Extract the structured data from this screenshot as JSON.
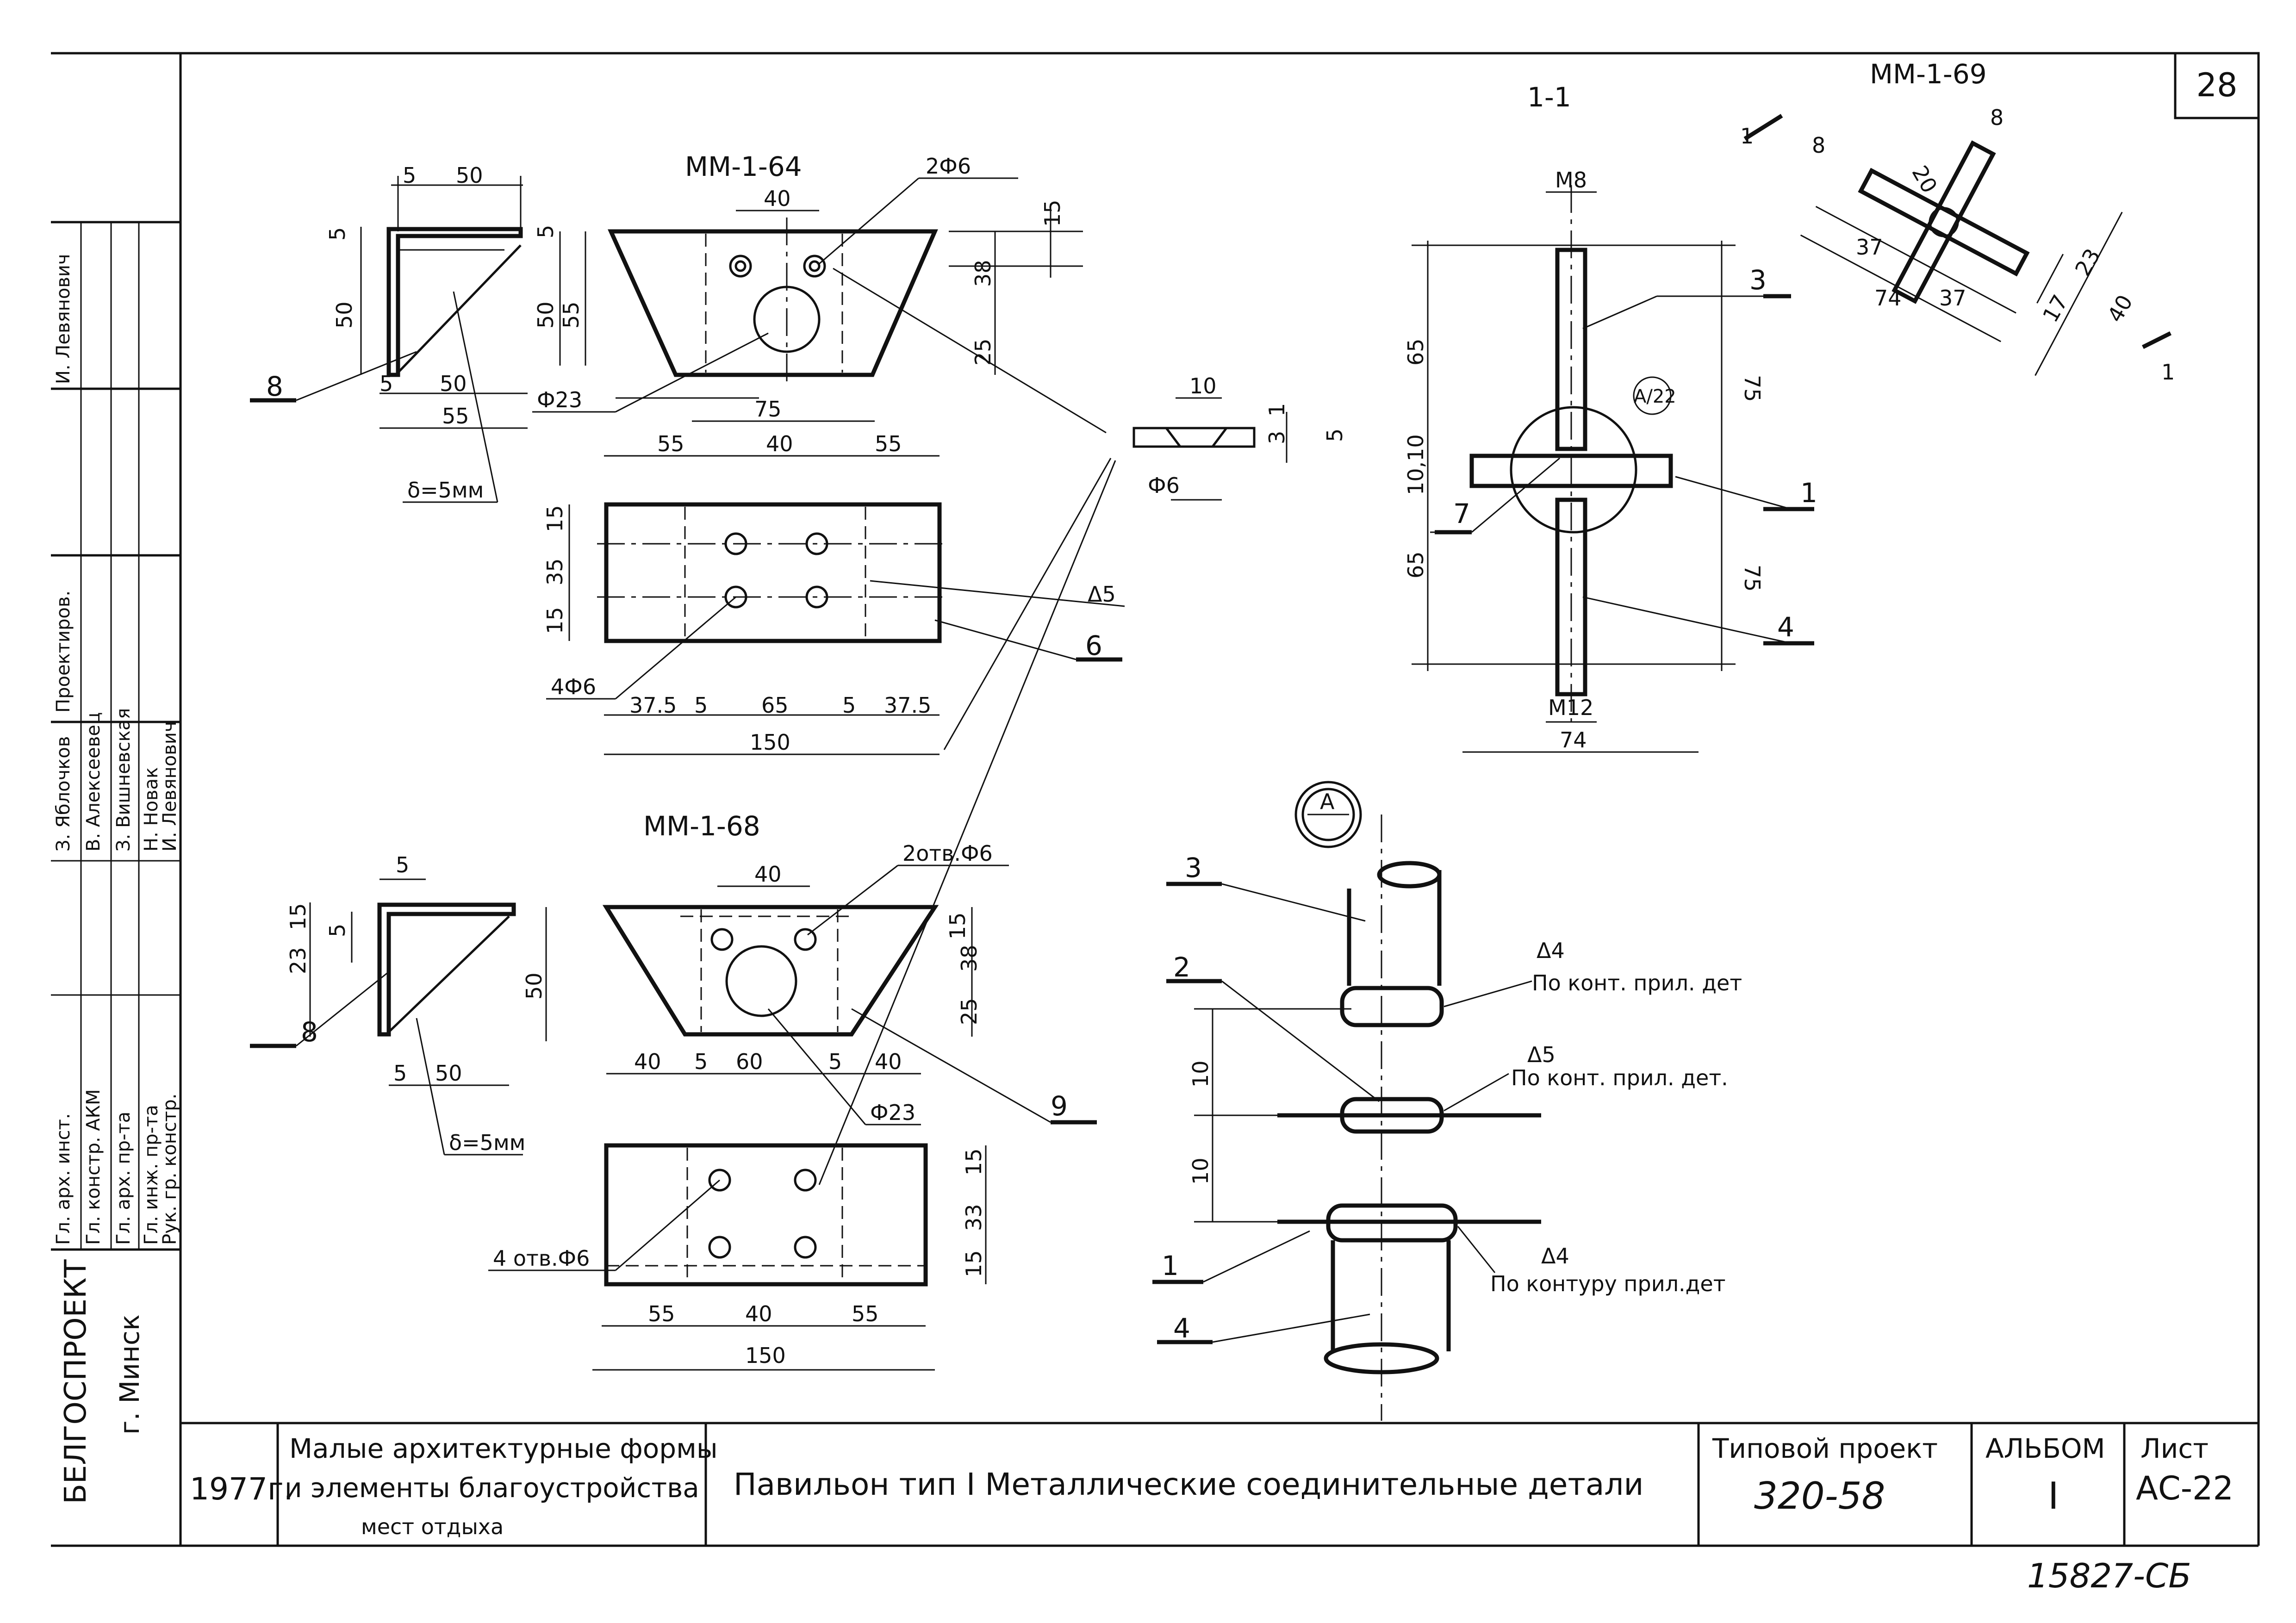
{
  "sheet_number": "28",
  "stamp": "15827-СБ",
  "views": {
    "mm164_title": "ММ-1-64",
    "mm168_title": "ММ-1-68",
    "mm169_title": "ММ-1-69",
    "section_title": "1-1",
    "node_mark": "А",
    "node_ref": "А/22",
    "cut_mark": "1"
  },
  "dims": {
    "d5": "5",
    "d50": "50",
    "d55": "55",
    "d40": "40",
    "d15": "15",
    "d38": "38",
    "d25": "25",
    "d75": "75",
    "d35": "35",
    "d37_5": "37.5",
    "d65": "65",
    "d150": "150",
    "d23": "23",
    "d33": "33",
    "d60": "60",
    "d10": "10",
    "d1": "1",
    "d3": "3",
    "d74": "74",
    "d37": "37",
    "d17": "17",
    "d20": "20",
    "d8": "8",
    "d10_10": "10,10"
  },
  "labels": {
    "two_phi6": "2Ф6",
    "four_phi6": "4Ф6",
    "two_holes_phi6": "2отв.Ф6",
    "four_holes_phi6": "4 отв.Ф6",
    "phi23": "Ф23",
    "phi6": "Ф6",
    "delta_thick_a": "δ=5мм",
    "delta_thick_b": "δ=5мм",
    "m8": "М8",
    "m12": "М12",
    "weld5": "Δ5",
    "weld4": "Δ4",
    "weld_note_1": "По конт. прил. дет",
    "weld_note_2": "По конт. прил. дет.",
    "weld_note_3": "По контуру прил.дет"
  },
  "callouts": [
    "1",
    "2",
    "3",
    "4",
    "6",
    "7",
    "8",
    "9"
  ],
  "title_block": {
    "org": "БЕЛГОСПРОЕКТ",
    "city": "г. Минск",
    "year": "1977г.",
    "series_1": "Малые архитектурные формы",
    "series_2": "и элементы благоустройства",
    "series_3": "мест отдыха",
    "title": "Павильон тип I   Металлические соединительные детали",
    "project_label": "Типовой проект",
    "project_value": "320-58",
    "album_label": "АЛЬБОМ",
    "album_value": "I",
    "sheet_label": "Лист",
    "sheet_value": "АС-22"
  },
  "staff": [
    {
      "role": "Гл. арх. инст.",
      "name": "З. Яблочков"
    },
    {
      "role": "Гл. констр. АКМ",
      "name": "В. Алексеевец"
    },
    {
      "role": "Гл. арх. пр-та",
      "name": "З. Вишневская"
    },
    {
      "role": "Гл. инж. пр-та",
      "name": "Н. Новак"
    },
    {
      "role": "Рук. гр. констр.",
      "name": "И. Левянович"
    }
  ],
  "staff_top": [
    "Проектиров.",
    "И. Левянович"
  ]
}
